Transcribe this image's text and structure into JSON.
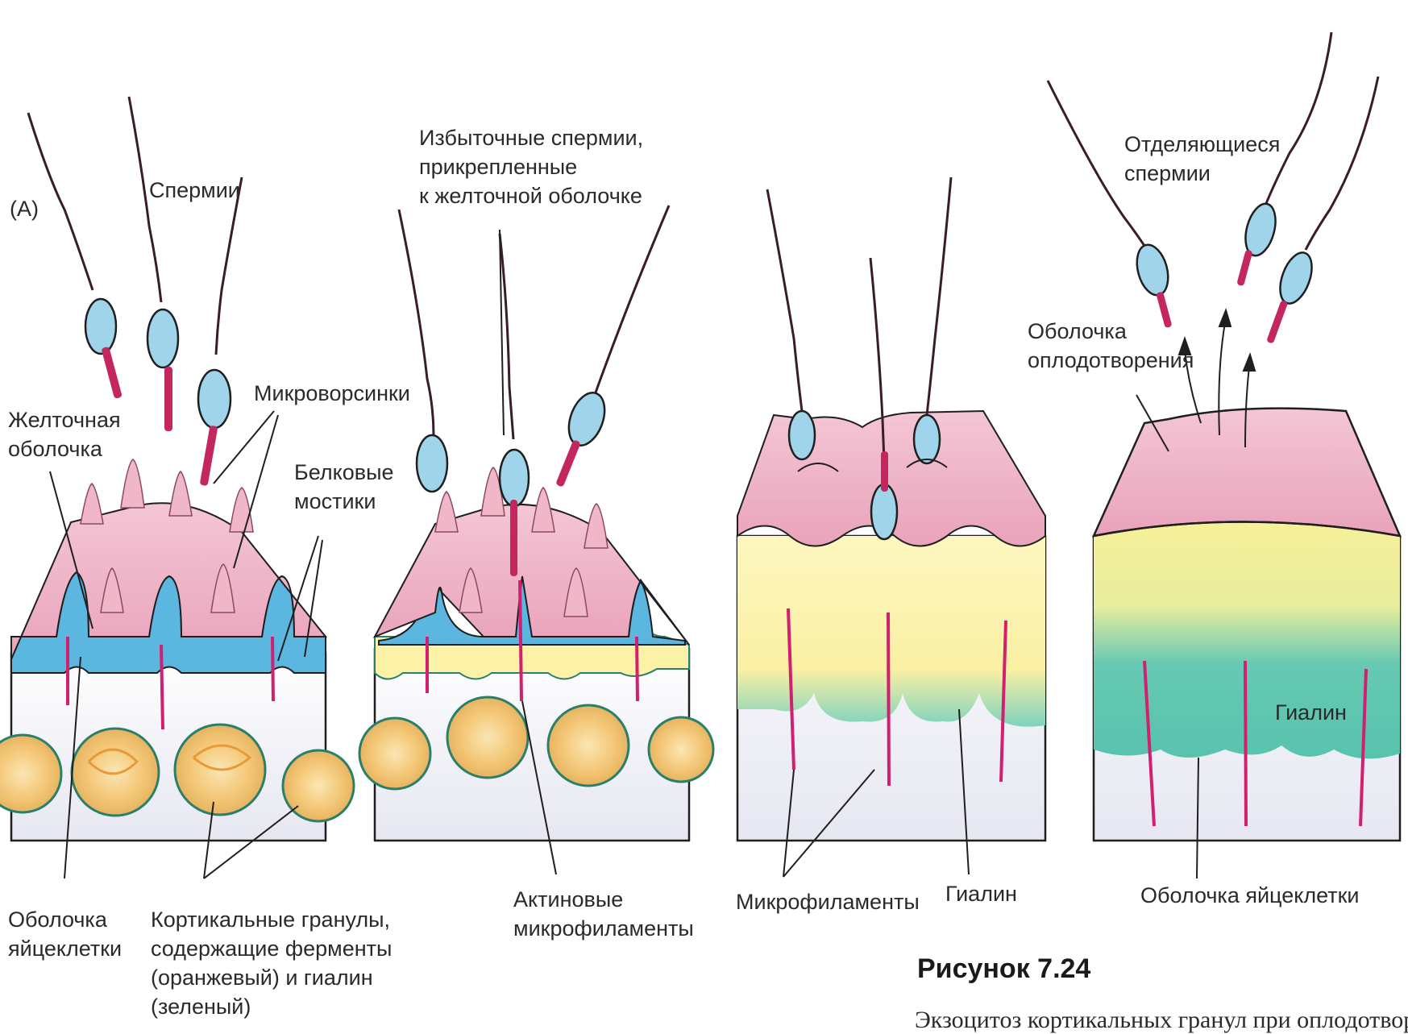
{
  "colors": {
    "pink": "#efb6c9",
    "pink_light": "#f7d5e0",
    "blue_band": "#5bb6e0",
    "yellow": "#fbf2a8",
    "green": "#63c9b4",
    "cytoplasm": "#edeef6",
    "granule": "#f5cf83",
    "sperm_head": "#9fd4ea",
    "sperm_mid": "#c4265f",
    "tail": "#3a1c2c",
    "microfilament": "#d0206f"
  },
  "panel_a": {
    "tag": "(A)",
    "spermii": "Спермии",
    "yolk_membrane": [
      "Желточная",
      "оболочка"
    ],
    "microvilli": "Микроворсинки",
    "protein_bridges": [
      "Белковые",
      "мостики"
    ],
    "egg_membrane": [
      "Оболочка",
      "яйцеклетки"
    ],
    "cortical_granules": [
      "Кортикальные гранулы,",
      "содержащие ферменты",
      "(оранжевый) и гиалин",
      "(зеленый)"
    ]
  },
  "panel_b": {
    "excess_sperm": [
      "Избыточные спермии,",
      "прикрепленные",
      "к желточной оболочке"
    ],
    "actin": [
      "Актиновые",
      "микрофиламенты"
    ]
  },
  "panel_c": {
    "microfilaments": "Микрофиламенты",
    "hyalin": "Гиалин"
  },
  "panel_d": {
    "detaching_sperm": [
      "Отделяющиеся",
      "спермии"
    ],
    "fertilization_membrane": [
      "Оболочка",
      "оплодотворения"
    ],
    "hyalin": "Гиалин",
    "egg_membrane": "Оболочка яйцеклетки"
  },
  "caption": {
    "title": "Рисунок 7.24",
    "text": "Экзоцитоз кортикальных гранул при оплодотворе-"
  }
}
